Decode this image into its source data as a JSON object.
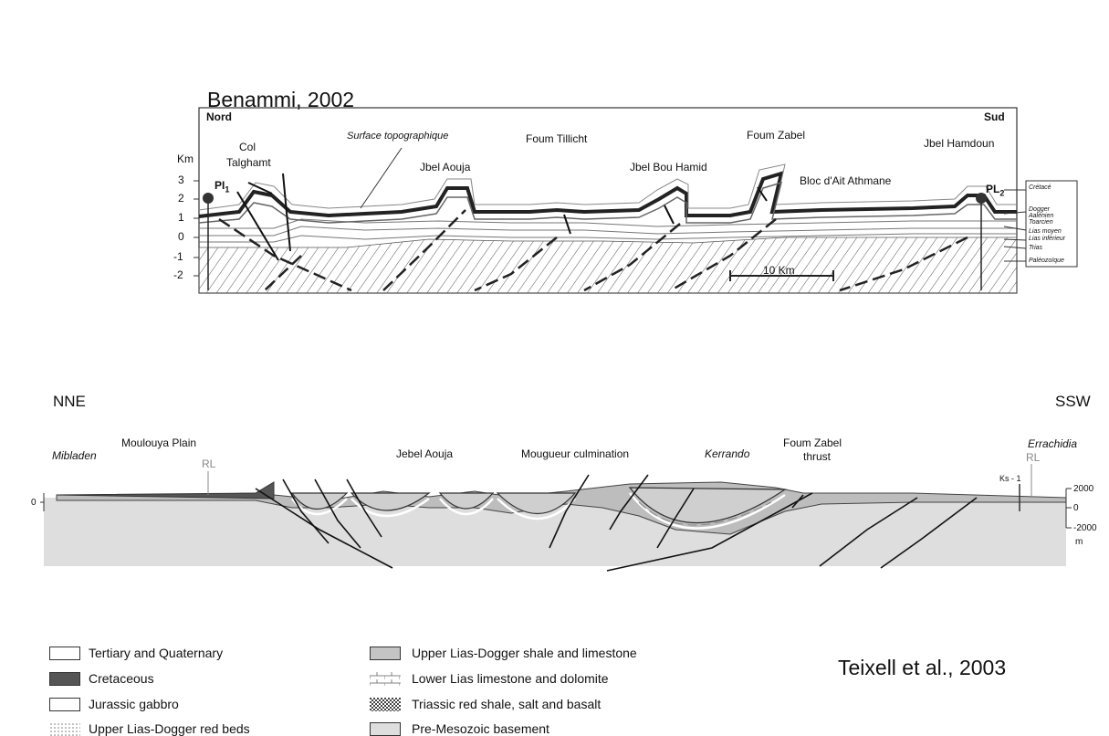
{
  "top_section": {
    "title": "Benammi, 2002",
    "nord": "Nord",
    "sud": "Sud",
    "km_label": "Km",
    "y_ticks": [
      "3",
      "2",
      "1",
      "0",
      "-1",
      "-2"
    ],
    "surface_label": "Surface topographique",
    "places": {
      "col": "Col",
      "talghamt": "Talghamt",
      "foum_tillicht": "Foum Tillicht",
      "foum_zabel": "Foum Zabel",
      "jbel_hamdoun": "Jbel Hamdoun",
      "jbel_aouja": "Jbel Aouja",
      "jbel_bou_hamid": "Jbel Bou Hamid",
      "bloc": "Bloc d'Ait Athmane"
    },
    "well_left": "PI",
    "well_left_sub": "1",
    "well_right": "PL",
    "well_right_sub": "2",
    "scale_label": "10 Km",
    "strata_legend": [
      "Crétacé",
      "Dogger",
      "Aalénien",
      "Toarcien",
      "Lias moyen",
      "Lias inférieur",
      "Trias",
      "Paléozoïque"
    ]
  },
  "bottom_section": {
    "nne": "NNE",
    "ssw": "SSW",
    "places": {
      "mibladen": "Mibladen",
      "moulouya": "Moulouya Plain",
      "rl_left": "RL",
      "jebel_aouja": "Jebel Aouja",
      "mougueur": "Mougueur culmination",
      "kerrando": "Kerrando",
      "foum_zabel_1": "Foum Zabel",
      "foum_zabel_2": "thrust",
      "errachidia": "Errachidia",
      "rl_right": "RL",
      "ks1": "Ks - 1"
    },
    "left_axis": "0",
    "right_axis": [
      "2000",
      "0",
      "-2000",
      "m"
    ]
  },
  "legend": {
    "left": [
      "Tertiary and Quaternary",
      "Cretaceous",
      "Jurassic gabbro",
      "Upper Lias-Dogger red beds"
    ],
    "right": [
      "Upper Lias-Dogger shale and limestone",
      "Lower Lias  limestone and dolomite",
      "Triassic red shale, salt and basalt",
      "Pre-Mesozoic basement"
    ]
  },
  "credit": "Teixell et al., 2003"
}
